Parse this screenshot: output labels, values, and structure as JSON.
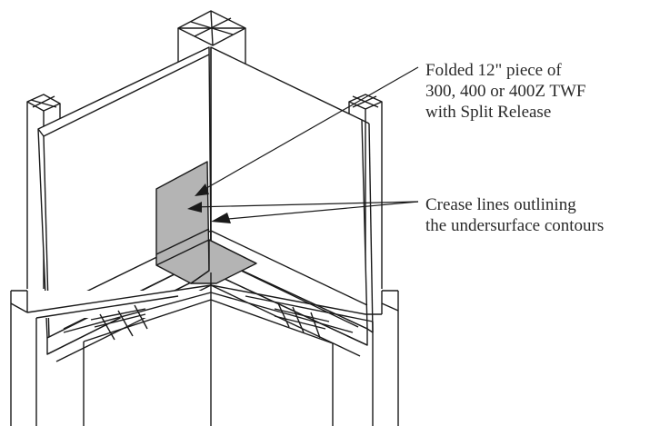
{
  "callouts": {
    "folded_piece": {
      "line1": "Folded 12\" piece of",
      "line2": "300, 400 or 400Z TWF",
      "line3": "with Split Release"
    },
    "crease_lines": {
      "line1": "Crease lines outlining",
      "line2": "the undersurface contours"
    }
  },
  "colors": {
    "line": "#1a1a1a",
    "flashing_fill": "#b4b4b4"
  }
}
